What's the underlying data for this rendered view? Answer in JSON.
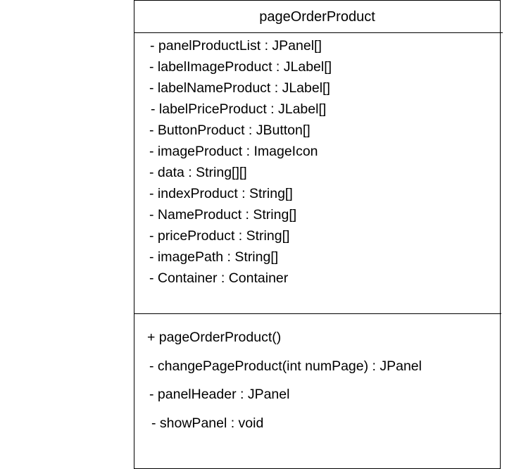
{
  "class_box": {
    "title": "pageOrderProduct",
    "attributes": [
      "-  panelProductList : JPanel[]",
      "-  labelImageProduct : JLabel[]",
      "-  labelNameProduct : JLabel[]",
      "-  labelPriceProduct : JLabel[]",
      "-  ButtonProduct : JButton[]",
      "-  imageProduct : ImageIcon",
      "-  data : String[][]",
      "-  indexProduct : String[]",
      "-  NameProduct : String[]",
      "-  priceProduct : String[]",
      "-  imagePath : String[]",
      "-  Container : Container"
    ],
    "methods": [
      "+  pageOrderProduct()",
      "-  changePageProduct(int numPage) : JPanel",
      "-  panelHeader : JPanel",
      "-  showPanel : void"
    ]
  }
}
